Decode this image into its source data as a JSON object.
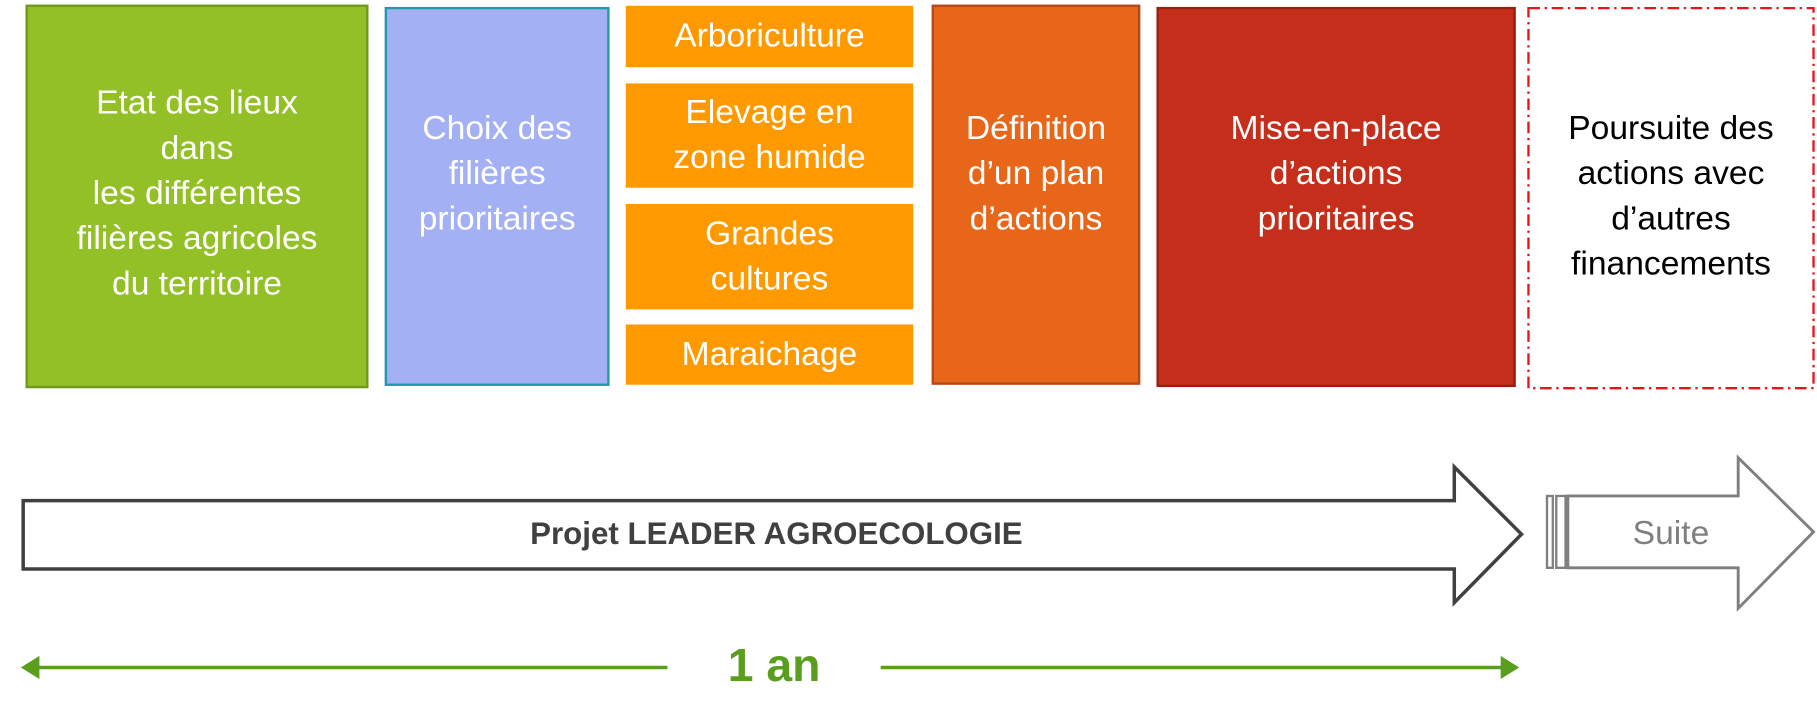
{
  "steps": {
    "etat": {
      "lines": [
        "Etat des lieux",
        "dans",
        "les différentes",
        "filières agricoles",
        "du territoire"
      ],
      "color": "#93C026"
    },
    "choix": {
      "lines": [
        "Choix des",
        "filières",
        "prioritaires"
      ],
      "color": "#A4B0F4"
    },
    "filieres": [
      {
        "lines": [
          "Arboriculture"
        ]
      },
      {
        "lines": [
          "Elevage en",
          "zone humide"
        ]
      },
      {
        "lines": [
          "Grandes",
          "cultures"
        ]
      },
      {
        "lines": [
          "Maraichage"
        ]
      }
    ],
    "definition": {
      "lines": [
        "Définition",
        "d’un plan",
        "d’actions"
      ],
      "color": "#E8661A"
    },
    "mise": {
      "lines": [
        "Mise-en-place",
        "d’actions",
        "prioritaires"
      ],
      "color": "#C42E1A"
    },
    "poursuite": {
      "lines": [
        "Poursuite des",
        "actions avec",
        "d’autres",
        "financements"
      ]
    }
  },
  "timeline": {
    "project_label": "Projet LEADER AGROECOLOGIE",
    "next_label": "Suite",
    "duration_label": "1 an",
    "duration_color": "#5A9E1E"
  }
}
